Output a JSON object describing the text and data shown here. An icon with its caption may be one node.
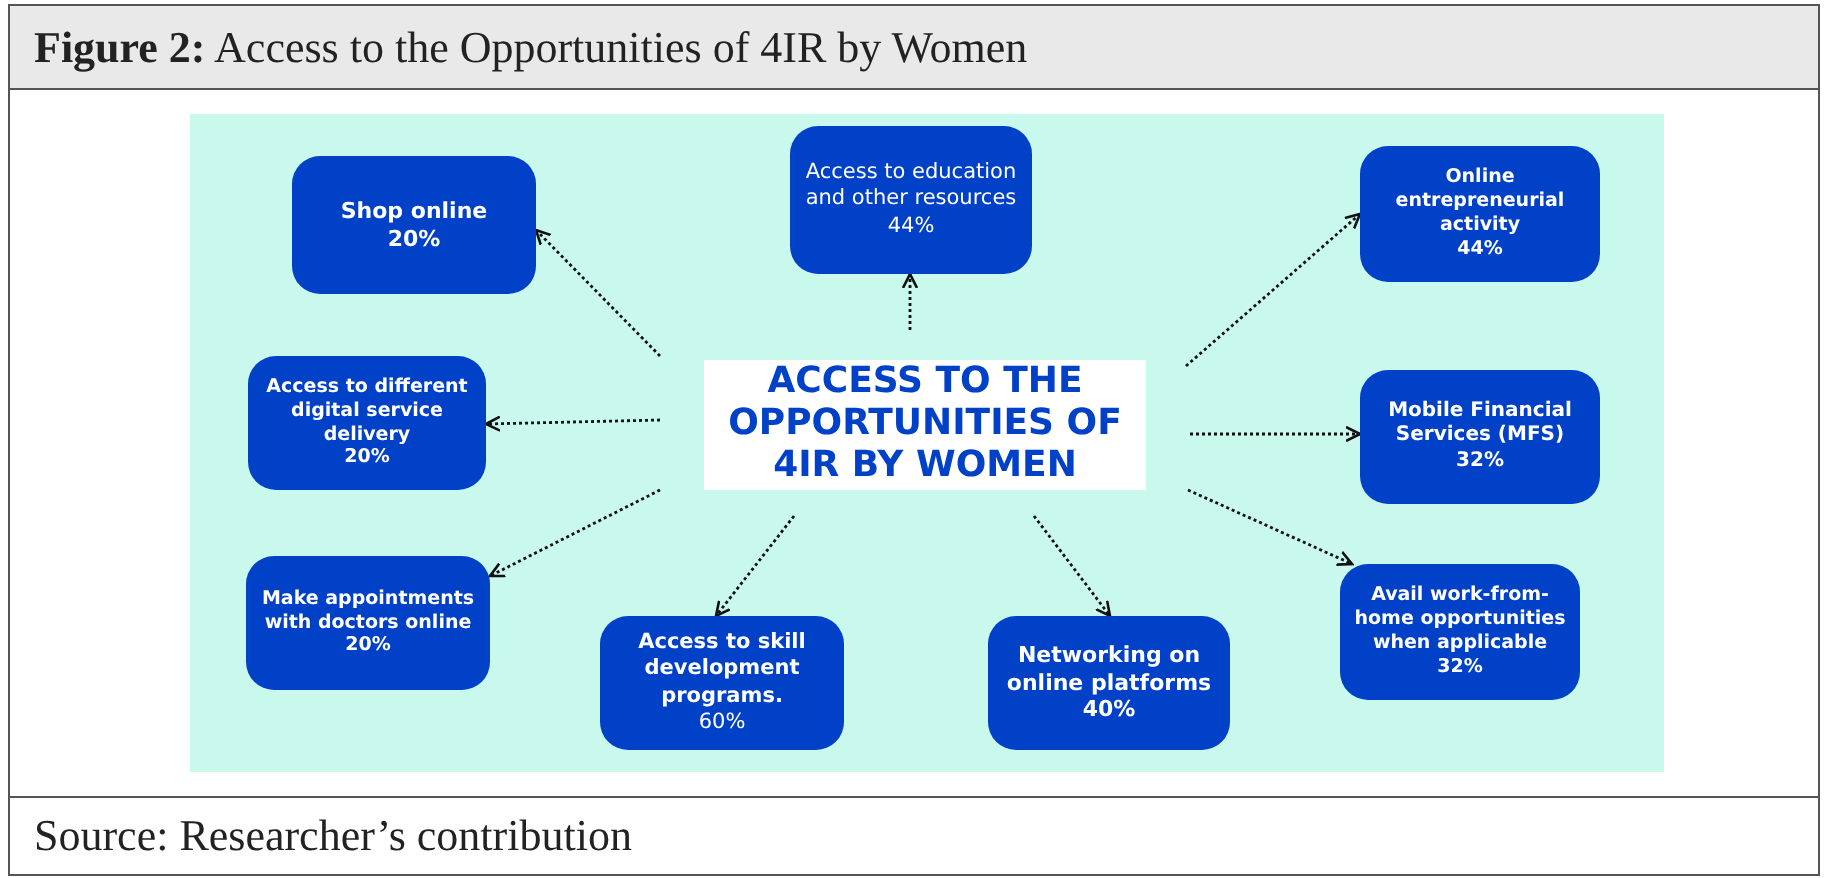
{
  "diagram": {
    "title": "**Figure 2:** Access to the Opportunities of 4IR by Women",
    "caption": "Source: Researcher’s contribution",
    "nodes": [
      {
        "text": [
          "ACCESS TO THE OPPORTUNITIES OF 4IR BY WOMEN"
        ]
      },
      {
        "text": [
          "Shop online",
          "20%"
        ]
      },
      {
        "text": [
          "Access to education and other resources",
          "44%"
        ]
      },
      {
        "text": [
          "Online entrepreneurial activity",
          "44%"
        ]
      },
      {
        "text": [
          "Access to different digital service delivery",
          "20%"
        ]
      },
      {
        "text": [
          "Mobile Financial Services (MFS)",
          "32%"
        ]
      },
      {
        "text": [
          "Make appointments with doctors online",
          "20%"
        ]
      },
      {
        "text": [
          "Access to skill development programs.",
          "60%"
        ]
      },
      {
        "text": [
          "Networking on online platforms",
          "40%"
        ]
      },
      {
        "text": [
          "Avail work-from-home opportunities when applicable",
          "32%"
        ]
      }
    ],
    "edges": [
      {
        "from": 0,
        "to": 1,
        "arrow": "to",
        "style": "dashed"
      },
      {
        "from": 0,
        "to": 2,
        "arrow": "to",
        "style": "dashed"
      },
      {
        "from": 0,
        "to": 3,
        "arrow": "to",
        "style": "dashed"
      },
      {
        "from": 0,
        "to": 4,
        "arrow": "to",
        "style": "dashed"
      },
      {
        "from": 0,
        "to": 5,
        "arrow": "to",
        "style": "dashed"
      },
      {
        "from": 0,
        "to": 6,
        "arrow": "to",
        "style": "dashed"
      },
      {
        "from": 0,
        "to": 7,
        "arrow": "to",
        "style": "dashed"
      },
      {
        "from": 0,
        "to": 8,
        "arrow": "to",
        "style": "dashed"
      },
      {
        "from": 0,
        "to": 9,
        "arrow": "to",
        "style": "dashed"
      }
    ]
  }
}
